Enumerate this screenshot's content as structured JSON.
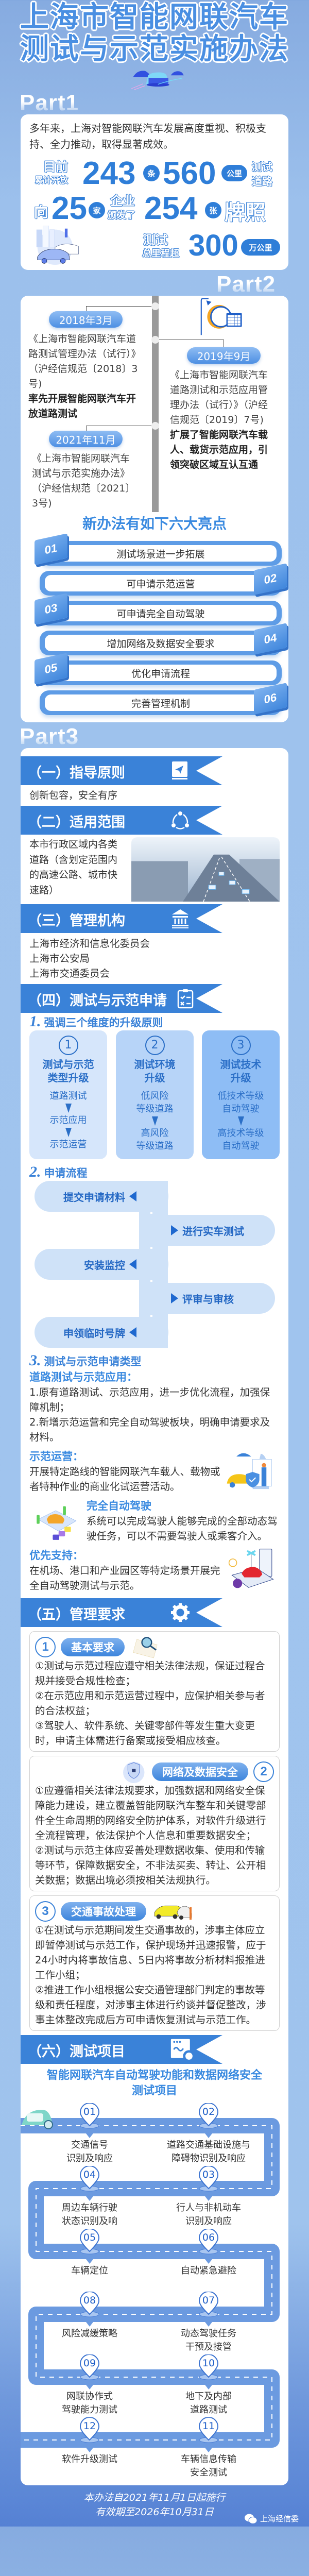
{
  "title": {
    "line1": "上海市智能网联汽车",
    "line2": "测试与示范实施办法"
  },
  "part1": {
    "label": "Part1",
    "intro": "多年来，上海对智能网联汽车发展高度重视、积极支持、全力推动，取得显著成效。",
    "roads": {
      "pre1": "目前",
      "pre2": "累计开放",
      "count": "243",
      "count_unit": "条",
      "length": "560",
      "length_unit": "公里",
      "suffix1": "测试",
      "suffix2": "道路"
    },
    "licenses": {
      "pre": "向",
      "companies": "25",
      "companies_unit": "家",
      "mid1": "企业",
      "mid2": "颁发了",
      "licenses": "254",
      "licenses_unit": "张",
      "suffix": "牌照"
    },
    "mileage": {
      "pre1": "测试",
      "pre2": "总里程超",
      "value": "300",
      "unit": "万公里"
    }
  },
  "part2": {
    "label": "Part2",
    "timeline": [
      {
        "date": "2018年3月",
        "text": "《上海市智能网联汽车道路测试管理办法（试行）》（沪经信规范〔2018〕3号)",
        "bold": "率先开展智能网联汽车开放道路测试"
      },
      {
        "date": "2019年9月",
        "text": "《上海市智能网联汽车道路测试和示范应用管理办法（试行）》（沪经信规范〔2019〕7号)",
        "bold": "扩展了智能网联汽车载人、载货示范应用，引领突破区域互认互通"
      },
      {
        "date": "2021年11月",
        "text": "《上海市智能网联汽车测试与示范实施办法》（沪经信规范〔2021〕3号)",
        "bold": ""
      }
    ],
    "highlights_title": "新办法有如下六大亮点",
    "highlights": [
      {
        "num": "01",
        "text": "测试场景进一步拓展"
      },
      {
        "num": "02",
        "text": "可申请示范运营"
      },
      {
        "num": "03",
        "text": "可申请完全自动驾驶"
      },
      {
        "num": "04",
        "text": "增加网络及数据安全要求"
      },
      {
        "num": "05",
        "text": "优化申请流程"
      },
      {
        "num": "06",
        "text": "完善管理机制"
      }
    ]
  },
  "part3": {
    "label": "Part3",
    "s1": {
      "title": "（一）指导原则",
      "text": "创新包容，安全有序"
    },
    "s2": {
      "title": "（二）适用范围",
      "text": "本市行政区域内各类道路（含划定范围内的高速公路、城市快速路）"
    },
    "s3": {
      "title": "（三）管理机构",
      "orgs": [
        "上海市经济和信息化委员会",
        "上海市公安局",
        "上海市交通委员会"
      ]
    },
    "s4": {
      "title": "（四）测试与示范申请",
      "h1": {
        "num": "1.",
        "text": "强调三个维度的升级原则"
      },
      "cols": [
        {
          "num": "1",
          "title": "测试与示范\n类型升级",
          "steps": [
            "道路测试",
            "示范应用",
            "示范运营"
          ]
        },
        {
          "num": "2",
          "title": "测试环境\n升级",
          "steps": [
            "低风险\n等级道路",
            "高风险\n等级道路"
          ]
        },
        {
          "num": "3",
          "title": "测试技术\n升级",
          "steps": [
            "低技术等级\n自动驾驶",
            "高技术等级\n自动驾驶"
          ]
        }
      ],
      "h2": {
        "num": "2.",
        "text": "申请流程"
      },
      "flow": [
        "提交申请材料",
        "进行实车测试",
        "安装监控",
        "评审与审核",
        "申领临时号牌"
      ],
      "h3": {
        "num": "3.",
        "text": "测试与示范申请类型"
      },
      "types": [
        {
          "title": "道路测试与示范应用：",
          "text": "1.原有道路测试、示范应用，进一步优化流程，加强保障机制；\n2.新增示范运营和完全自动驾驶板块，明确申请要求及材料。"
        },
        {
          "title": "示范运营：",
          "text": "开展特定路线的智能网联汽车载人、载物或者特种作业的商业化试运营活动。"
        },
        {
          "title": "完全自动驾驶",
          "text": "系统可以完成驾驶人能够完成的全部动态驾驶任务，可以不需要驾驶人或乘客介入。"
        },
        {
          "title": "优先支持：",
          "text": "在机场、港口和产业园区等特定场景开展完全自动驾驶测试与示范。"
        }
      ]
    },
    "s5": {
      "title": "（五）管理要求",
      "items": [
        {
          "num": "1",
          "title": "基本要求",
          "text": "①测试与示范过程应遵守相关法律法规，保证过程合规并接受合规性检查；\n②在示范应用和示范运营过程中，应保护相关参与者的合法权益；\n③驾驶人、软件系统、关键零部件等发生重大变更时，申请主体需进行备案或接受相应核查。"
        },
        {
          "num": "2",
          "title": "网络及数据安全",
          "text": "①应遵循相关法律法规要求，加强数据和网络安全保障能力建设，建立覆盖智能网联汽车整车和关键零部件全生命周期的网络安全防护体系，对软件升级进行全流程管理，依法保护个人信息和重要数据安全；\n②测试与示范主体应妥善处理数据收集、使用和传输等环节，保障数据安全，不非法买卖、转让、公开相关数据；数据出境必须按相关法规执行。"
        },
        {
          "num": "3",
          "title": "交通事故处理",
          "text": "①在测试与示范期间发生交通事故的，涉事主体应立即暂停测试与示范工作，保护现场并迅速报警，应于24小时内将事故信息、5日内将事故分析材料报推进工作小组；\n②推进工作小组根据公安交通管理部门判定的事故等级和责任程度，对涉事主体进行约谈并督促整改，涉事主体整改完成后方可申请恢复测试与示范工作。"
        }
      ]
    },
    "s6": {
      "title": "（六）测试项目",
      "subtitle": "智能网联汽车自动驾驶功能和数据网络安全\n测试项目",
      "items": [
        {
          "num": "01",
          "text": "交通信号\n识别及响应"
        },
        {
          "num": "02",
          "text": "道路交通基础设施与\n障碍物识别及响应"
        },
        {
          "num": "03",
          "text": "行人与非机动车\n识别及响应"
        },
        {
          "num": "04",
          "text": "周边车辆行驶\n状态识别及响"
        },
        {
          "num": "05",
          "text": "车辆定位"
        },
        {
          "num": "06",
          "text": "自动紧急避险"
        },
        {
          "num": "07",
          "text": "动态驾驶任务\n干预及接管"
        },
        {
          "num": "08",
          "text": "风险减缓策略"
        },
        {
          "num": "09",
          "text": "网联协作式\n驾驶能力测试"
        },
        {
          "num": "10",
          "text": "地下及内部\n道路测试"
        },
        {
          "num": "11",
          "text": "车辆信息传输\n安全测试"
        },
        {
          "num": "12",
          "text": "软件升级测试"
        }
      ]
    }
  },
  "footer": {
    "line1": "本办法自2021年11月1日起施行",
    "line2": "有效期至2026年10月31日",
    "source": "上海经信委"
  },
  "colors": {
    "primary": "#3a82d8",
    "number": "#2f7ed8",
    "road": "#6b9ae0"
  }
}
